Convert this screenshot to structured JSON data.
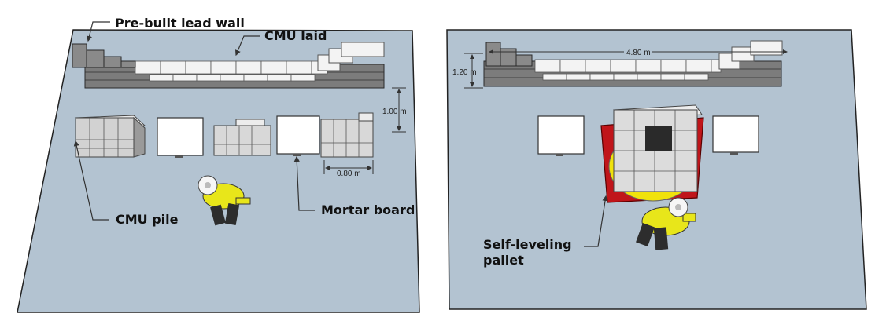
{
  "labels": {
    "lead_wall": "Pre-built lead wall",
    "cmu_laid": "CMU laid",
    "cmu_pile": "CMU pile",
    "mortar_board": "Mortar board",
    "pallet_line1": "Self-leveling",
    "pallet_line2": "pallet"
  },
  "dimensions": {
    "gap": "1.00 m",
    "pile_width": "0.80 m",
    "wall_length": "4.80 m",
    "wall_height": "1.20 m"
  },
  "colors": {
    "floor": "#b3c3d1",
    "block_dark": "#7a7a7a",
    "block_light": "#f2f2f2",
    "vest": "#e8e61a",
    "pallet_frame": "#c0151a",
    "pallet_disc": "#f0e20c"
  }
}
